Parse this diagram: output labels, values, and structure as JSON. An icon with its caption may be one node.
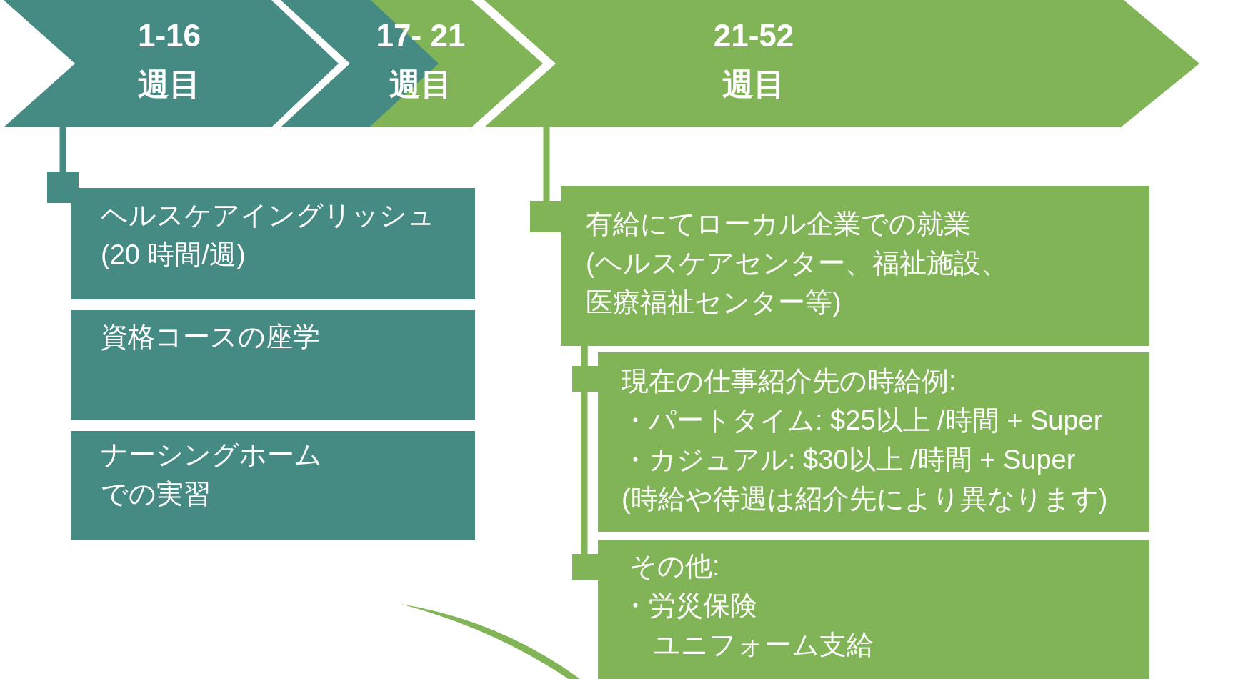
{
  "diagram": {
    "nodes": [
      {
        "text": [
          "1-16 週目"
        ]
      },
      {
        "text": [
          "17- 21 週目"
        ]
      },
      {
        "text": [
          "21-52 週目"
        ]
      },
      {
        "text": [
          "ヘルスケアイングリッシュ",
          "(20 時間/週)"
        ]
      },
      {
        "text": [
          "資格コースの座学"
        ]
      },
      {
        "text": [
          "ナーシングホームでの実習"
        ]
      },
      {
        "text": [
          "有給にてローカル企業での就業",
          "(ヘルスケアセンター、福祉施設、医療福祉センター等)"
        ]
      },
      {
        "text": [
          "現在の仕事紹介先の時給例:",
          "・パートタイム: $25以上 /時間 + Super",
          "・カジュアル: $30以上 /時間 + Super",
          "(時給や待遇は紹介先により異なります)"
        ]
      },
      {
        "text": [
          "その他:",
          "・労災保険",
          "ユニフォーム支給"
        ]
      },
      {
        "text": [],
        "shape": "arc"
      }
    ],
    "edges": [
      {
        "from": 0,
        "to": 3,
        "arrow": "other",
        "color": "#468a84"
      },
      {
        "from": 2,
        "to": 6,
        "arrow": "other"
      },
      {
        "from": 6,
        "to": 7,
        "arrow": "other"
      },
      {
        "from": 6,
        "to": 8,
        "arrow": "other"
      }
    ]
  }
}
